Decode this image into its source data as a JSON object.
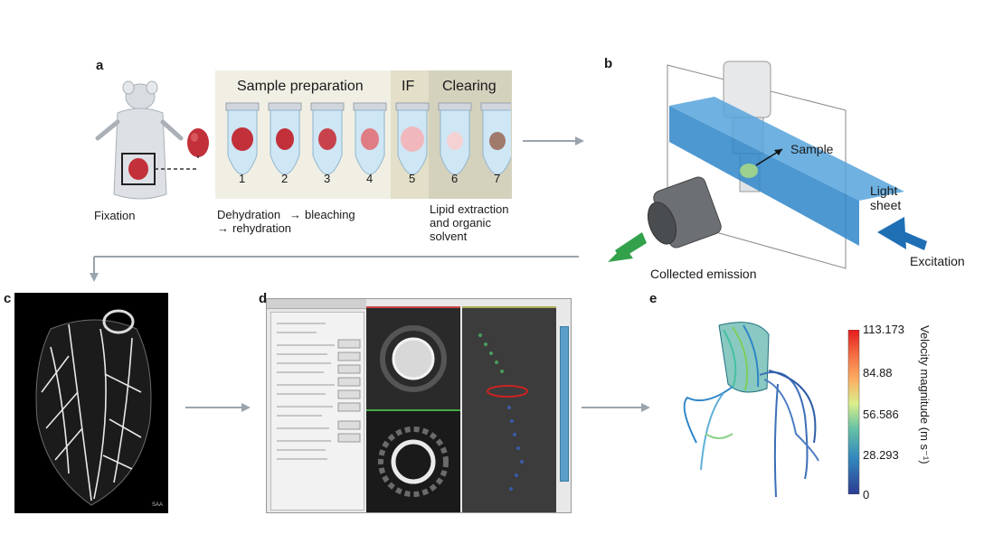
{
  "panels": {
    "a": {
      "letter": "a",
      "fixation": "Fixation",
      "header_sample_prep": "Sample preparation",
      "header_if": "IF",
      "header_clearing": "Clearing",
      "tube_numbers": [
        "1",
        "2",
        "3",
        "4",
        "5",
        "6",
        "7"
      ],
      "dehydration": "Dehydration",
      "bleaching": "bleaching",
      "rehydration": "rehydration",
      "lipid_line1": "Lipid extraction",
      "lipid_line2": "and organic",
      "lipid_line3": "solvent"
    },
    "b": {
      "letter": "b",
      "sample": "Sample",
      "light_line1": "Light",
      "light_line2": "sheet",
      "collected_emission": "Collected emission",
      "excitation": "Excitation"
    },
    "c": {
      "letter": "c",
      "corner_text": "SAA"
    },
    "d": {
      "letter": "d"
    },
    "e": {
      "letter": "e",
      "colorbar_ticks": [
        "113.173",
        "84.88",
        "56.586",
        "28.293",
        "0"
      ],
      "colorbar_label": "Velocity magnitude (m s⁻¹)"
    }
  },
  "colors": {
    "tube_blue": "#cfe6f5",
    "sheet_blue": "#2f86c9",
    "emission_green": "#33a14b",
    "heart_red": "#c2303a",
    "flow_arrow": "#9aa4ad"
  }
}
